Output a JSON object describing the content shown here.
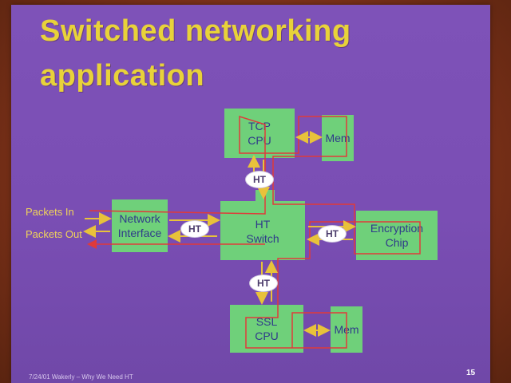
{
  "slide": {
    "title_line1": "Switched networking",
    "title_line2": "application",
    "footer": "7/24/01   Wakerly – Why We Need HT",
    "page_number": "15"
  },
  "diagram": {
    "nodes": {
      "tcp_cpu": "TCP\nCPU",
      "mem_top": "Mem",
      "ht_switch": "HT\nSwitch",
      "network_interface": "Network\nInterface",
      "encryption_chip": "Encryption\nChip",
      "ssl_cpu": "SSL\nCPU",
      "mem_bottom": "Mem"
    },
    "link_labels": {
      "top": "HT",
      "left": "HT",
      "right": "HT",
      "bottom": "HT"
    },
    "io_labels": {
      "packets_in": "Packets In",
      "packets_out": "Packets Out"
    }
  },
  "colors": {
    "slide_bg": "#7a4eb4",
    "title": "#e8d23a",
    "box_fill": "#6fd07a",
    "box_text": "#2f3a8a",
    "arrow": "#e8c23a",
    "packet_path": "#e03a3a"
  }
}
